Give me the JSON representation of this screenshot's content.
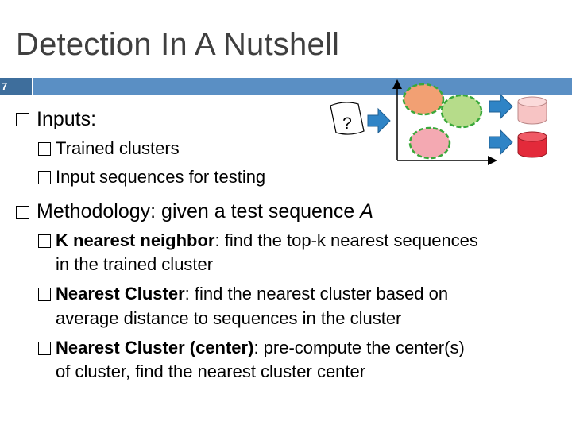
{
  "slide": {
    "title": "Detection In A Nutshell",
    "number": "7"
  },
  "inputs": {
    "heading": "Inputs:",
    "items": [
      "Trained clusters",
      "Input sequences for testing"
    ]
  },
  "methodology": {
    "heading_prefix": "Methodology: given a test sequence ",
    "heading_var": "A",
    "items": [
      {
        "bold": "K nearest neighbor",
        "rest": ": find the top-k nearest sequences",
        "cont": "in the trained cluster"
      },
      {
        "bold": "Nearest Cluster",
        "rest": ": find the nearest cluster based on",
        "cont": "average distance to sequences in the cluster"
      },
      {
        "bold": "Nearest Cluster (center)",
        "rest": ": pre-compute the center(s)",
        "cont": "of cluster, find the nearest cluster center"
      }
    ]
  },
  "diagram": {
    "query_label": "?",
    "colors": {
      "accent_blue": "#2f84c6",
      "cluster_orange": "#f2a073",
      "cluster_green": "#b6dc8a",
      "cluster_pink": "#f4a9b2",
      "dash_green": "#3aa83a",
      "db_pink": "#f7c4c4",
      "db_red": "#e32a3a"
    }
  }
}
